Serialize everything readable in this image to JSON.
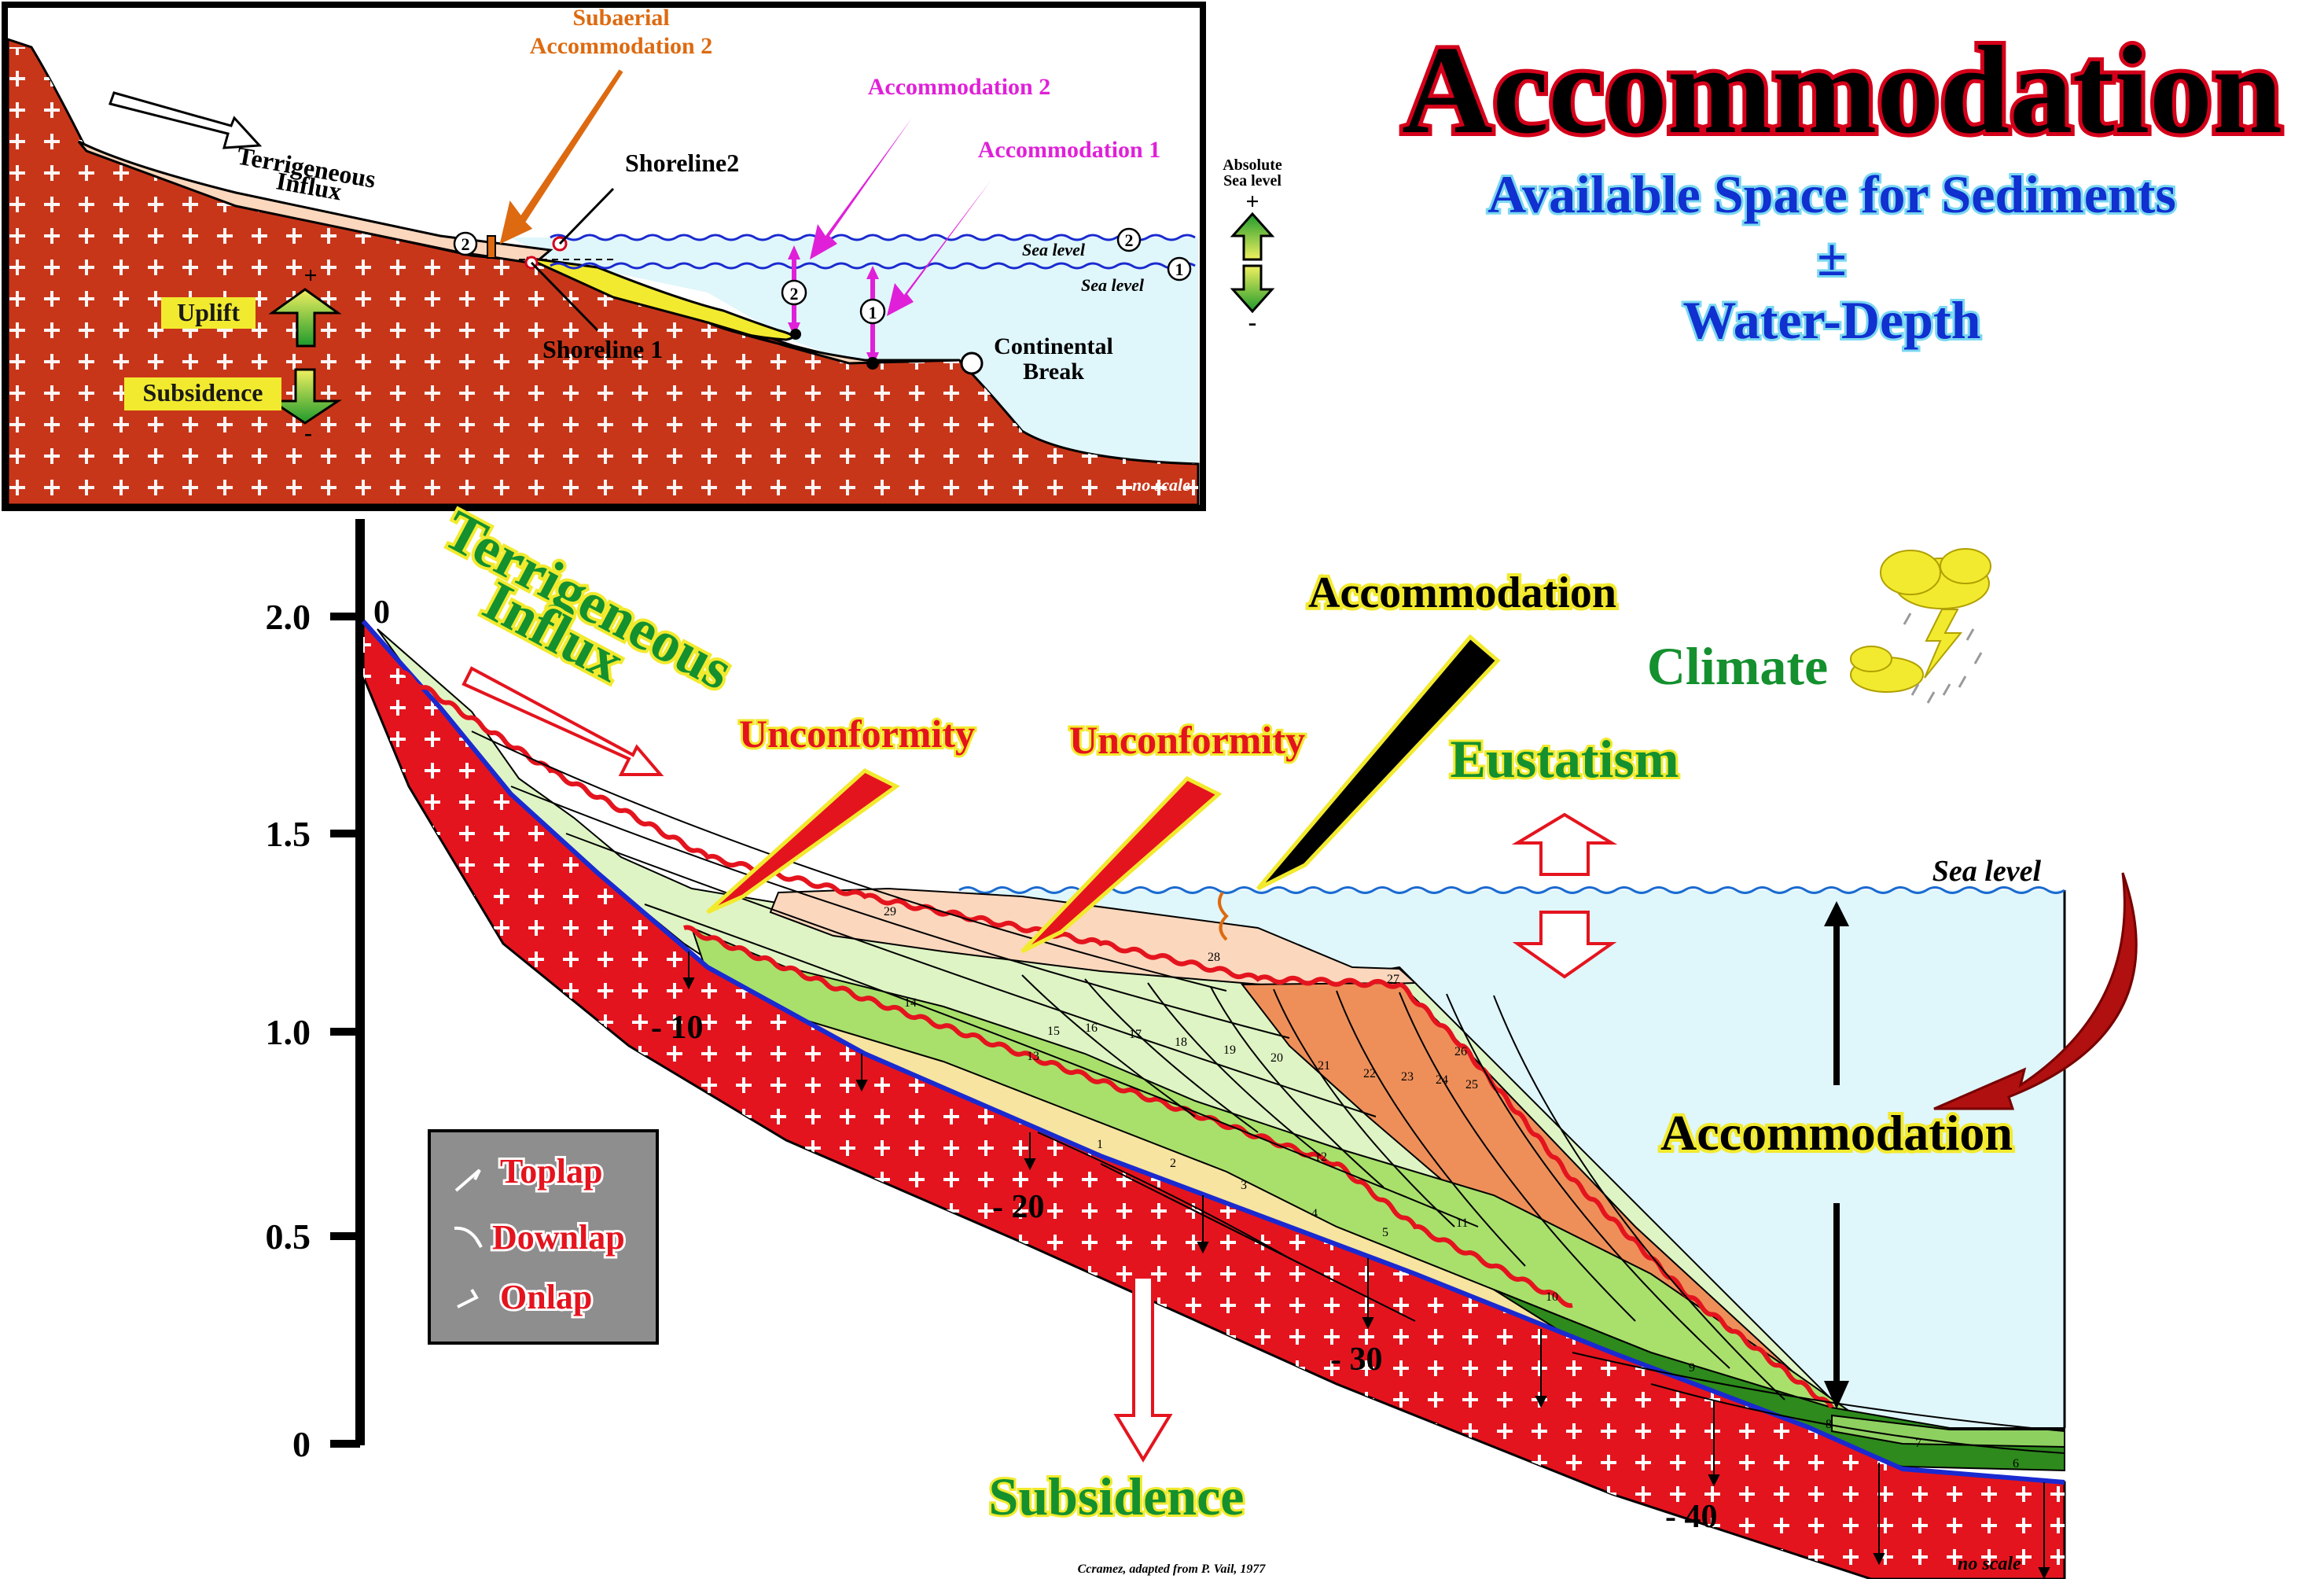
{
  "title": {
    "main": "Accommodation",
    "line1": "Available Space for Sediments",
    "line2": "±",
    "line3": "Water-Depth"
  },
  "inset": {
    "subaerial_accommodation": [
      "Subaerial",
      "Accommodation 2"
    ],
    "accommodation_2": "Accommodation 2",
    "accommodation_1": "Accommodation 1",
    "terrigeneous_influx": [
      "Terrigeneous",
      "Influx"
    ],
    "shoreline_2": "Shoreline2",
    "shoreline_1": "Shoreline 1",
    "sea_level_2": "Sea level",
    "sea_level_1": "Sea level",
    "absolute_sea_level": [
      "Absolute",
      "Sea level"
    ],
    "uplift": "Uplift",
    "subsidence": "Subsidence",
    "continental_break": [
      "Continental",
      "Break"
    ],
    "no_scale": "no scale",
    "plus": "+",
    "minus": "-",
    "marker_1": "1",
    "marker_2": "2"
  },
  "main": {
    "y_axis_ticks": [
      "2.0",
      "1.5",
      "1.0",
      "0.5",
      "0"
    ],
    "zero_label": "0",
    "terrigeneous_influx": [
      "Terrigeneous",
      "Influx"
    ],
    "unconformity_left": "Unconformity",
    "unconformity_right": "Unconformity",
    "accommodation_top": "Accommodation",
    "climate": "Climate",
    "eustatism": "Eustatism",
    "sea_level": "Sea level",
    "accommodation_right": "Accommodation",
    "subsidence": "Subsidence",
    "depth_labels": [
      "- 10",
      "- 20",
      "- 30",
      "-  40"
    ],
    "legend": [
      "Toplap",
      "Downlap",
      "Onlap"
    ],
    "layer_numbers": [
      "1",
      "2",
      "3",
      "4",
      "5",
      "6",
      "7",
      "8",
      "9",
      "10",
      "11",
      "12",
      "13",
      "14",
      "15",
      "16",
      "17",
      "18",
      "19",
      "20",
      "21",
      "22",
      "23",
      "24",
      "25",
      "26",
      "27",
      "28",
      "29"
    ],
    "no_scale": "no scale",
    "credit": "Ccramez, adapted from P. Vail, 1977"
  },
  "colors": {
    "title_red": "#d4001a",
    "subtitle_blue": "#1030d0",
    "basement_red": "#c8361a",
    "red_bright": "#e4141e",
    "sea_blue": "#dff6fb",
    "sand_yellow": "#f2ea2e",
    "accent_green": "#14902e",
    "accent_magenta": "#e020d8",
    "accent_orange": "#dd6a10",
    "legend_gray": "#8e8e8e"
  }
}
